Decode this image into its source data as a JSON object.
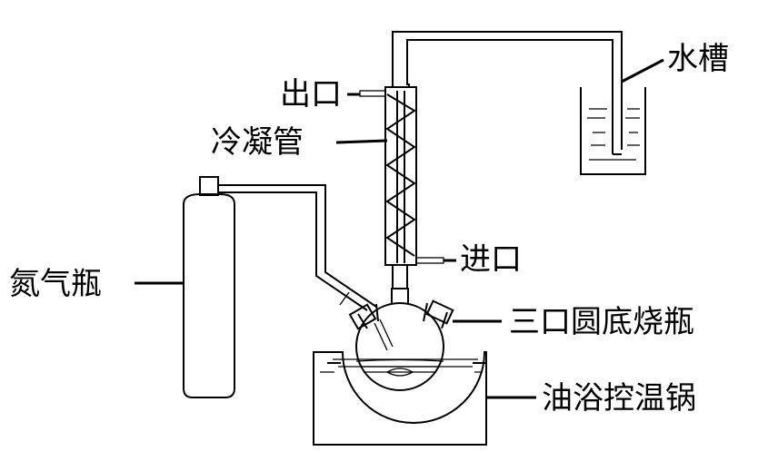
{
  "labels": {
    "outlet": "出口",
    "condenser": "冷凝管",
    "water_tank": "水槽",
    "inlet": "进口",
    "nitrogen_cylinder": "氮气瓶",
    "three_neck_flask": "三口圆底烧瓶",
    "oil_bath": "油浴控温锅"
  }
}
